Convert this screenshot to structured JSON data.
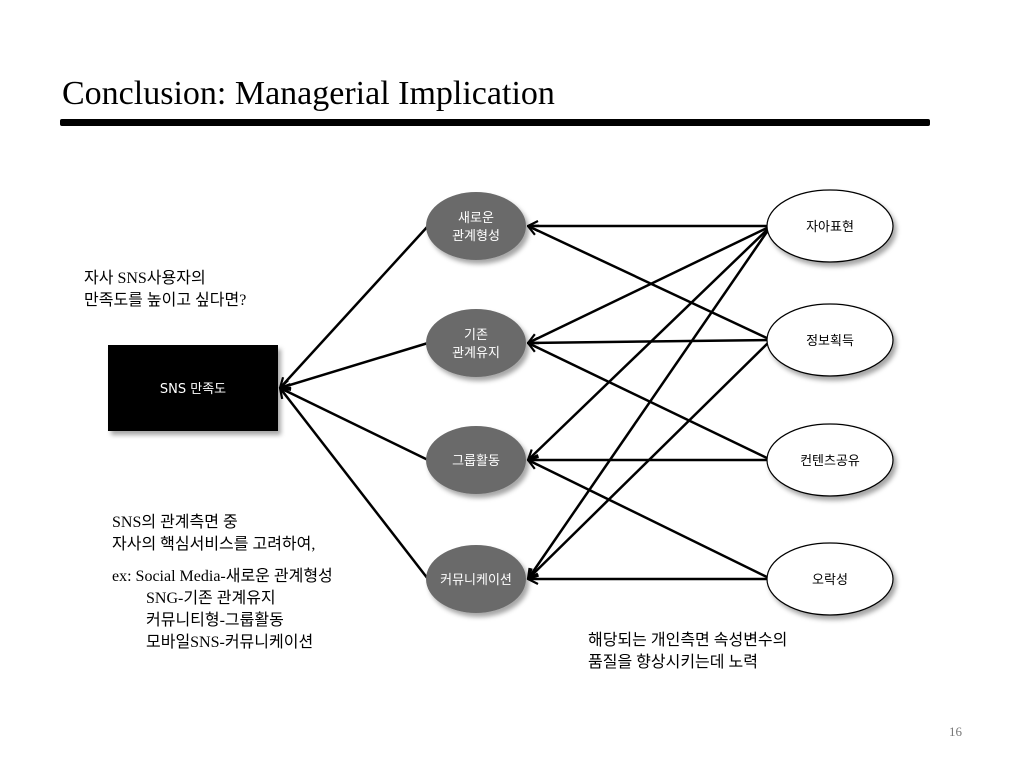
{
  "slide": {
    "title": "Conclusion: Managerial Implication",
    "page_number": "16"
  },
  "diagram": {
    "target": {
      "label": "SNS 만족도",
      "fill": "#000000"
    },
    "relations": [
      {
        "id": "rel-new",
        "lines": [
          "새로운",
          "관계형성"
        ],
        "fill": "#6b6b6b"
      },
      {
        "id": "rel-keep",
        "lines": [
          "기존",
          "관계유지"
        ],
        "fill": "#6b6b6b"
      },
      {
        "id": "rel-group",
        "lines": [
          "그룹활동"
        ],
        "fill": "#6b6b6b"
      },
      {
        "id": "rel-comm",
        "lines": [
          "커뮤니케이션"
        ],
        "fill": "#6b6b6b"
      }
    ],
    "factors": [
      {
        "id": "f-self",
        "label": "자아표현"
      },
      {
        "id": "f-info",
        "label": "정보획득"
      },
      {
        "id": "f-content",
        "label": "컨텐츠공유"
      },
      {
        "id": "f-fun",
        "label": "오락성"
      }
    ],
    "factor_links": [
      [
        0,
        0
      ],
      [
        0,
        1
      ],
      [
        0,
        2
      ],
      [
        0,
        3
      ],
      [
        1,
        0
      ],
      [
        1,
        1
      ],
      [
        1,
        3
      ],
      [
        2,
        1
      ],
      [
        2,
        2
      ],
      [
        3,
        2
      ],
      [
        3,
        3
      ]
    ]
  },
  "question": {
    "line1": "자사 SNS사용자의",
    "line2": "만족도를 높이고 싶다면?"
  },
  "note": {
    "line1": "SNS의  관계측면  중",
    "line2": "자사의 핵심서비스를 고려하여,",
    "line3": "ex:  Social Media-새로운 관계형성",
    "line4": "SNG-기존 관계유지",
    "line5": "커뮤니티형-그룹활동",
    "line6": "모바일SNS-커뮤니케이션"
  },
  "bottom_note": {
    "line1": "해당되는 개인측면 속성변수의",
    "line2": "품질을 향상시키는데 노력"
  }
}
